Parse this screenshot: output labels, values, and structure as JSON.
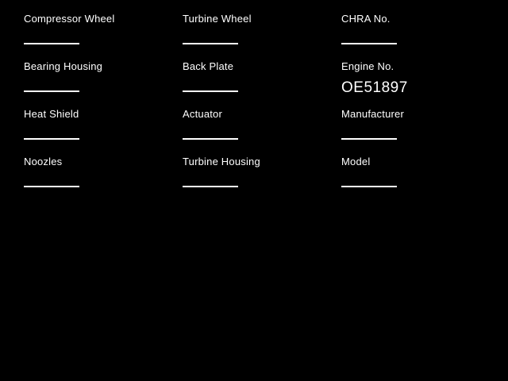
{
  "form": {
    "fields": [
      {
        "label": "Compressor Wheel",
        "value": ""
      },
      {
        "label": "Turbine Wheel",
        "value": ""
      },
      {
        "label": "CHRA No.",
        "value": ""
      },
      {
        "label": "Bearing Housing",
        "value": ""
      },
      {
        "label": "Back Plate",
        "value": ""
      },
      {
        "label": "Engine No.",
        "value": "OE51897"
      },
      {
        "label": "Heat Shield",
        "value": ""
      },
      {
        "label": "Actuator",
        "value": ""
      },
      {
        "label": "Manufacturer",
        "value": ""
      },
      {
        "label": "Noozles",
        "value": ""
      },
      {
        "label": "Turbine Housing",
        "value": ""
      },
      {
        "label": "Model",
        "value": ""
      }
    ]
  },
  "colors": {
    "background": "#000000",
    "text": "#ffffff"
  }
}
